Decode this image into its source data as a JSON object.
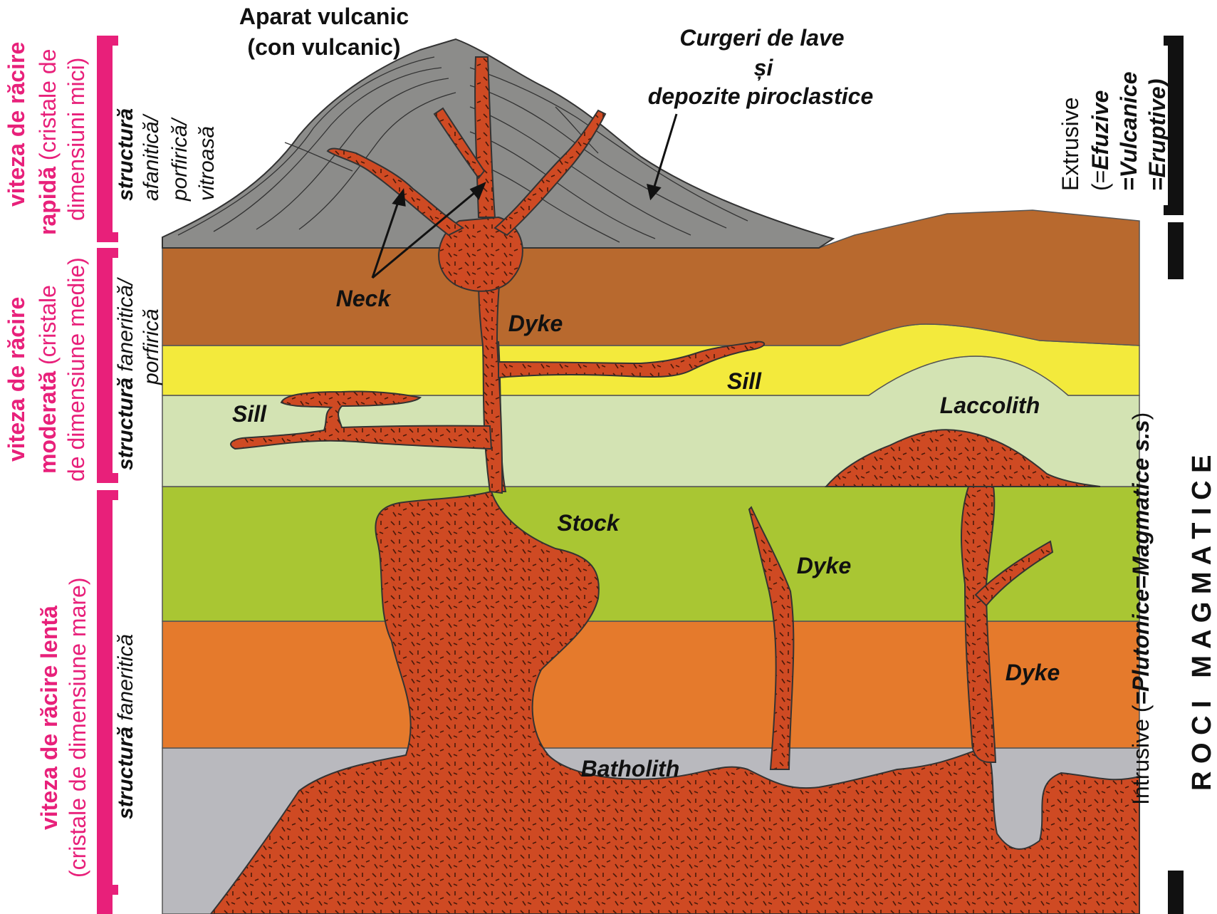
{
  "colors": {
    "magma": "#cf4a23",
    "volcano": "#8c8c8a",
    "brown_layer": "#b8692e",
    "yellow_layer": "#f3ea3c",
    "pale_green_layer": "#d3e3b3",
    "green_layer": "#a9c633",
    "orange_layer": "#e57a2c",
    "grey_layer": "#b9b9be",
    "pink": "#e8207a"
  },
  "labels": {
    "aparat_line1": "Aparat vulcanic",
    "aparat_line2": "(con vulcanic)",
    "curgeri_line1": "Curgeri de lave",
    "curgeri_line2": "și",
    "curgeri_line3": "depozite piroclastice",
    "neck": "Neck",
    "dyke_top": "Dyke",
    "sill_right": "Sill",
    "sill_left": "Sill",
    "laccolith": "Laccolith",
    "stock": "Stock",
    "dyke_mid": "Dyke",
    "dyke_right": "Dyke",
    "batholith": "Batholith"
  },
  "left_panel": {
    "fast": {
      "bold": "viteza de răcire",
      "bold2": "rapidă",
      "normal2": " (cristale de",
      "normal3": "dimensiuni mici)",
      "struct_bold": "structură",
      "struct_1": "afanitică/",
      "struct_2": "porfirică/",
      "struct_3": "vitroasă"
    },
    "moderate": {
      "bold": "viteza de răcire",
      "bold2": "moderată",
      "normal2": " (cristale",
      "normal3": "de dimensiune medie)",
      "struct_bold": "structură",
      "struct_1": " faneritică/",
      "struct_2": "porfirică"
    },
    "slow": {
      "bold": "viteza de răcire lentă",
      "normal2": "(cristale de dimensiune mare)",
      "struct_bold": "structură",
      "struct_1": " faneritică"
    }
  },
  "right_panel": {
    "extrusive_1": "Extrusive",
    "extrusive_2a": "(=",
    "extrusive_2b": "Efuzive",
    "extrusive_3": "=Vulcanice",
    "extrusive_4": "=Eruptive)",
    "intrusive_a": "Intrusive (",
    "intrusive_b": "=Plutonice=Magmatice s.s",
    "intrusive_c": ")",
    "roci": "R O C I   M A G M A T I C E"
  }
}
